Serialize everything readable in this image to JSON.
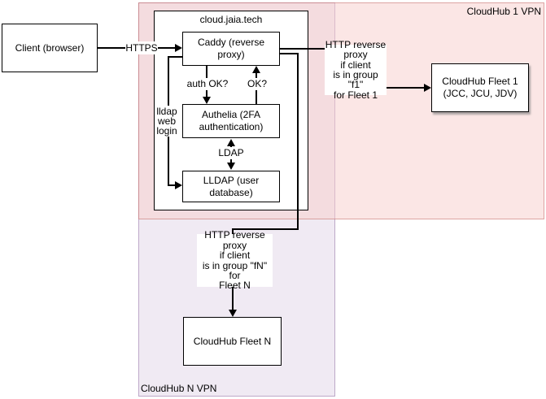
{
  "regions": {
    "vpn1": {
      "label": "CloudHub 1 VPN",
      "fill": "#f8cecc",
      "stroke": "#b85450"
    },
    "vpnN": {
      "label": "CloudHub N VPN",
      "fill": "#e1d5e7",
      "stroke": "#9673a6"
    }
  },
  "container": {
    "label": "cloud.jaia.tech"
  },
  "nodes": {
    "client": {
      "label": "Client (browser)"
    },
    "caddy": {
      "label": "Caddy (reverse proxy)"
    },
    "authelia": {
      "label": "Authelia (2FA authentication)"
    },
    "lldap": {
      "label": "LLDAP (user database)"
    },
    "fleet1": {
      "label": "CloudHub Fleet 1 (JCC, JCU, JDV)"
    },
    "fleetN": {
      "label": "CloudHub Fleet N"
    }
  },
  "edges": {
    "https": {
      "label": "HTTPS"
    },
    "authok": {
      "label": "auth OK?"
    },
    "ok": {
      "label": "OK?"
    },
    "ldap": {
      "label": "LDAP"
    },
    "lldaplogin": {
      "label": "lldap\nweb\nlogin"
    },
    "fleet1proxy": {
      "label": "HTTP reverse\nproxy\nif client\nis in group \"f1\"\nfor Fleet 1"
    },
    "fleetNproxy": {
      "label": "HTTP reverse\nproxy\nif client\nis in group \"fN\" for\nFleet N"
    }
  }
}
